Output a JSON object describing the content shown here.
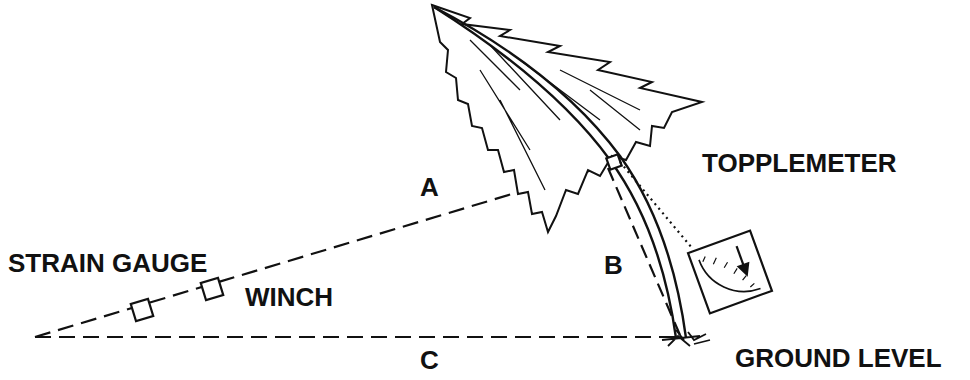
{
  "diagram": {
    "labels": [
      "STRAIN GAUGE",
      "WINCH",
      "A",
      "B",
      "C",
      "TOPPLEMETER",
      "GROUND LEVEL"
    ]
  }
}
